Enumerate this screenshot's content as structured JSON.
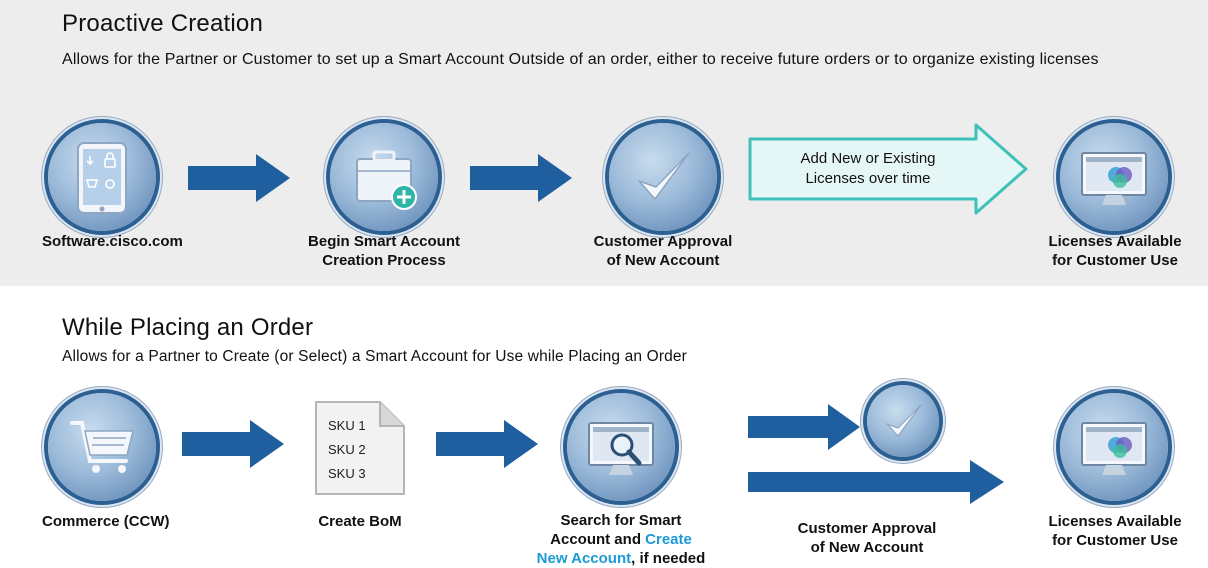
{
  "proactive": {
    "title": "Proactive Creation",
    "description": "Allows for the Partner or Customer to set up a Smart Account Outside of an order, either to receive future orders or to organize existing licenses",
    "callout": [
      "Add New or Existing",
      "Licenses over time"
    ],
    "steps": [
      {
        "label_lines": [
          "Software.cisco.com"
        ],
        "icon": "tablet-icon"
      },
      {
        "label_lines": [
          "Begin Smart Account",
          "Creation Process"
        ],
        "icon": "briefcase-add-icon"
      },
      {
        "label_lines": [
          "Customer Approval",
          "of New Account"
        ],
        "icon": "checkmark-icon"
      },
      {
        "label_lines": [
          "Licenses Available",
          "for Customer Use"
        ],
        "icon": "monitor-icon"
      }
    ]
  },
  "order": {
    "title": "While Placing an Order",
    "description": "Allows for a Partner to Create (or Select) a Smart Account for Use while Placing an Order",
    "steps": {
      "commerce": [
        "Commerce (CCW)"
      ],
      "bom": [
        "Create BoM"
      ],
      "search_line1": "Search for Smart",
      "search_line2_prefix": "Account and ",
      "search_line2_link": "Create",
      "search_line3_link": "New Account",
      "search_line3_suffix": ", if needed",
      "approval": [
        "Customer Approval",
        "of New Account"
      ],
      "licenses": [
        "Licenses Available",
        "for Customer Use"
      ]
    },
    "bom_items": [
      "SKU 1",
      "SKU 2",
      "SKU 3"
    ]
  },
  "colors": {
    "arrow": "#1f5fa0",
    "callout_fill": "#e4f6f5",
    "callout_stroke": "#3fc1ba",
    "link": "#1b9ad6",
    "panel": "#ededed"
  }
}
